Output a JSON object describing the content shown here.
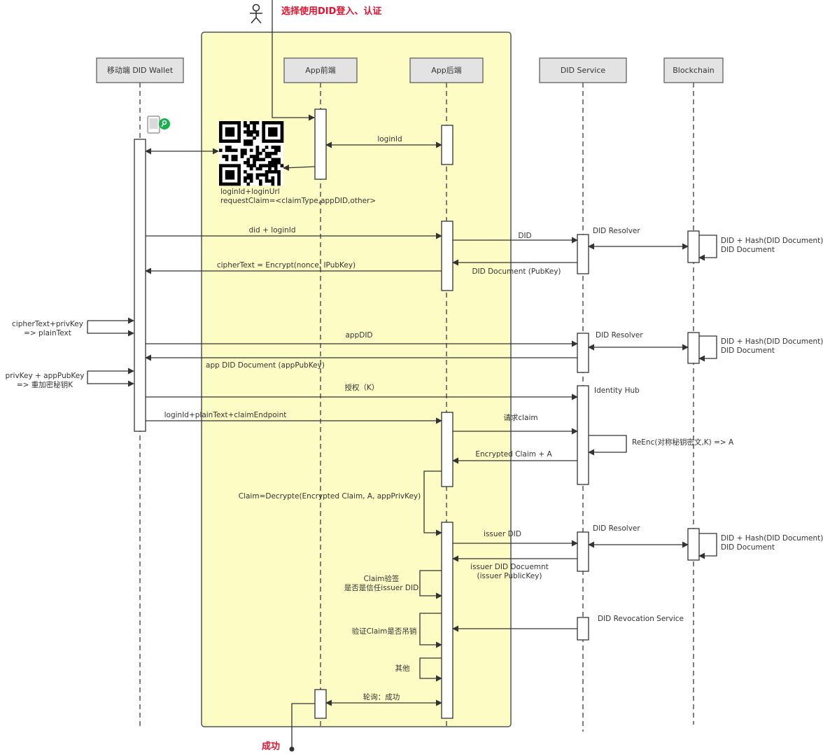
{
  "title": "选择使用DID登入、认证",
  "end_label": "成功",
  "colors": {
    "frame_fill": "#fdfcc4",
    "frame_stroke": "#555555",
    "header_fill": "#e3e3e3",
    "title_red": "#e8112d",
    "line": "#333333",
    "qr_green": "#17b24a"
  },
  "participants": [
    {
      "id": "wallet",
      "label": "移动端 DID Wallet"
    },
    {
      "id": "front",
      "label": "App前端"
    },
    {
      "id": "back",
      "label": "App后端"
    },
    {
      "id": "didsvc",
      "label": "DID Service"
    },
    {
      "id": "chain",
      "label": "Blockchain"
    }
  ],
  "icons": {
    "actor": "person-stick-figure-icon",
    "phone": "phone-icon",
    "qr": "qr-code-icon",
    "badge": "key-badge-icon"
  },
  "notes": {
    "qr_line1": "loginId+loginUrl",
    "qr_line2": "requestClaim=<claimType,appDID,other>",
    "decrypt": "Claim=Decrypte(Encrypted Claim, A, appPrivKey)",
    "verify_line1": "Claim验签",
    "verify_line2": "是否是信任issuer DID",
    "revoke_check": "验证Claim是否吊销",
    "other": "其他",
    "reenc": "ReEnc(对称秘钥密文,K) => A",
    "left1_line1": "cipherText+privKey",
    "left1_line2": "=> plainText",
    "left2_line1": "privKey + appPubKey",
    "left2_line2": "=> 重加密秘钥K",
    "chain_line1": "DID + Hash(DID Document)",
    "chain_line2": "DID Document"
  },
  "service_labels": {
    "resolver": "DID Resolver",
    "identity_hub": "Identity Hub",
    "revocation": "DID Revocation Service"
  },
  "messages": {
    "loginid": "loginId",
    "did_loginid": "did + loginId",
    "did": "DID",
    "cipher": "cipherText = Encrypt(nonce, IPubKey)",
    "did_doc": "DID Document (PubKey)",
    "appdid": "appDID",
    "app_did_doc": "app DID Document (appPubKey)",
    "authorize": "授权（K）",
    "endpoint": "loginId+plainText+claimEndpoint",
    "request_claim": "请求claim",
    "encrypted_claim": "Encrypted Claim + A",
    "issuer_did": "issuer DID",
    "issuer_doc_line1": "issuer DID Docuemnt",
    "issuer_doc_line2": "(issuer PublicKey)",
    "poll": "轮询：成功"
  }
}
